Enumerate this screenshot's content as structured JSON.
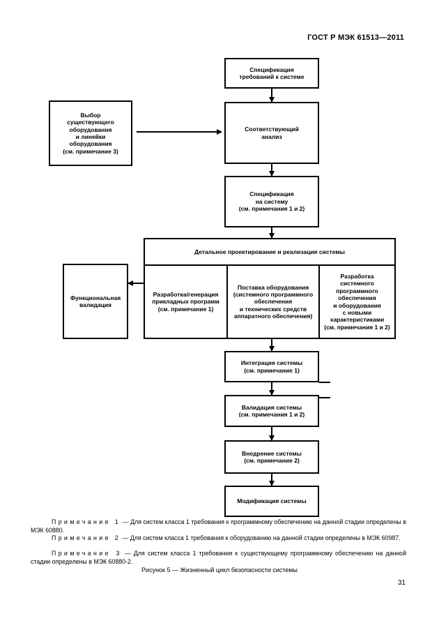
{
  "header": {
    "doc_id": "ГОСТ Р МЭК 61513—2011"
  },
  "flowchart": {
    "spec_requirements": "Спецификация\nтребований к системе",
    "select_existing": "Выбор\nсуществующего\nоборудования\nи линейки\nоборудования\n(см. примечание 3)",
    "analysis": "Соответствующий\nанализ",
    "system_spec": "Спецификация\nна систему\n(см. примечания 1 и 2)",
    "detailed_design": "Детальное проектирование и реализация системы",
    "app_programs": "Разработка/генерация\nприкладных программ\n(см. примечание 1)",
    "hw_supply": "Поставка оборудования\n(системного программного\nобеспечения\nи технических средств\nаппаратного обеспечения)",
    "system_sw_dev": "Разработка\nсистемного\nпрограммного\nобеспечения\nи оборудования\nс новыми\nхарактеристиками\n(см. примечания 1 и 2)",
    "functional_validation": "Функциональная\nвалидация",
    "integration": "Интеграция системы\n(см. примечание 1)",
    "validation": "Валидация системы\n(см. примечания 1 и 2)",
    "deployment": "Внедрение системы\n(см. примечание 2)",
    "modification": "Модификация системы"
  },
  "notes": [
    {
      "label": "Примечание 1",
      "text": " — Для систем класса 1 требования к программному обеспечению на данной стадии определены в МЭК 60880."
    },
    {
      "label": "Примечание 2",
      "text": " — Для систем класса 1 требования к оборудованию на данной стадии определены в МЭК 60987."
    },
    {
      "label": "Примечание 3",
      "text": " — Для систем класса 1 требования к существующему программному обеспечению на данной стадии определены в МЭК 60880-2."
    }
  ],
  "caption": "Рисунок 5 — Жизненный цикл безопасности системы",
  "page_number": "31"
}
